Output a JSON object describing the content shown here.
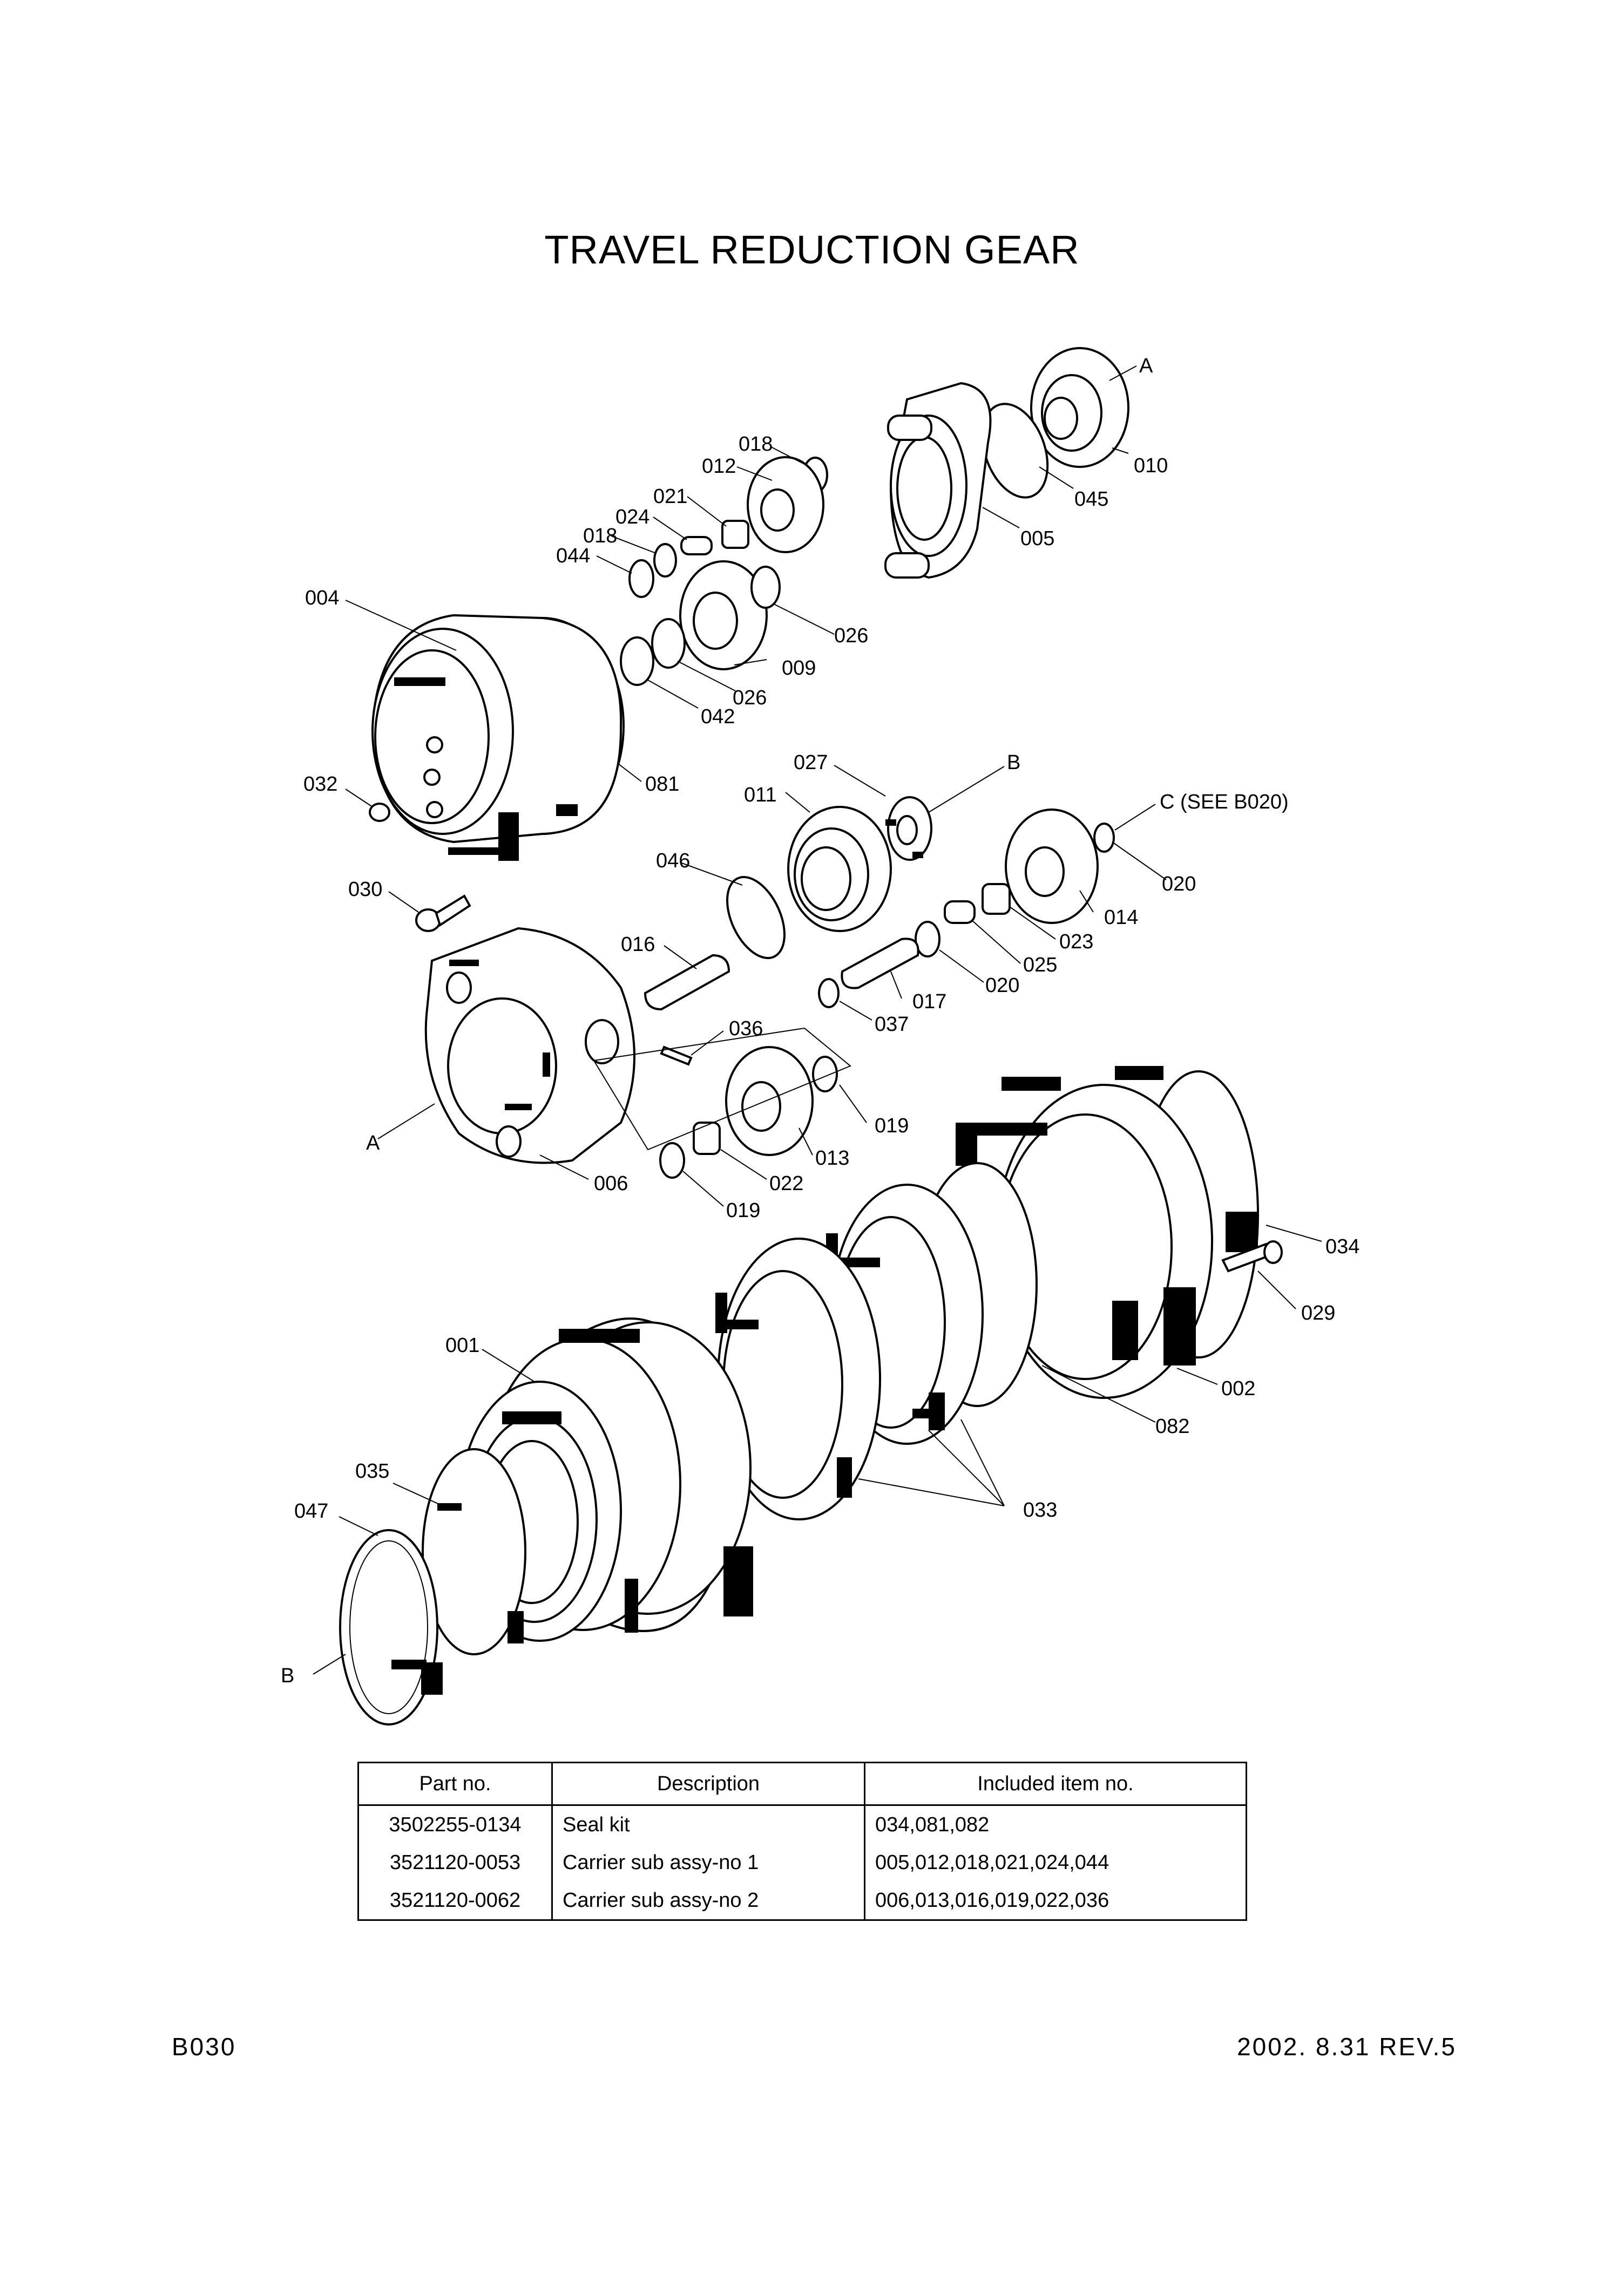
{
  "title": "TRAVEL REDUCTION GEAR",
  "callouts": {
    "c001": "001",
    "c002": "002",
    "c004": "004",
    "c005": "005",
    "c006": "006",
    "c009": "009",
    "c010": "010",
    "c011": "011",
    "c012": "012",
    "c013": "013",
    "c014": "014",
    "c016": "016",
    "c017": "017",
    "c018a": "018",
    "c018b": "018",
    "c019a": "019",
    "c019b": "019",
    "c020a": "020",
    "c020b": "020",
    "c021": "021",
    "c022": "022",
    "c023": "023",
    "c024": "024",
    "c025": "025",
    "c026a": "026",
    "c026b": "026",
    "c027": "027",
    "c029": "029",
    "c030": "030",
    "c032": "032",
    "c033": "033",
    "c034": "034",
    "c035": "035",
    "c036": "036",
    "c037": "037",
    "c042": "042",
    "c044": "044",
    "c045": "045",
    "c046": "046",
    "c047": "047",
    "c081": "081",
    "c082": "082",
    "refA1": "A",
    "refA2": "A",
    "refB1": "B",
    "refB2": "B",
    "refC": "C (SEE B020)"
  },
  "table": {
    "headers": [
      "Part no.",
      "Description",
      "Included item no."
    ],
    "rows": [
      [
        "3502255-0134",
        "Seal kit",
        "034,081,082"
      ],
      [
        "3521120-0053",
        "Carrier sub assy-no 1",
        "005,012,018,021,024,044"
      ],
      [
        "3521120-0062",
        "Carrier sub assy-no 2",
        "006,013,016,019,022,036"
      ]
    ]
  },
  "footer": {
    "page_code": "B030",
    "revision": "2002. 8.31 REV.5"
  }
}
